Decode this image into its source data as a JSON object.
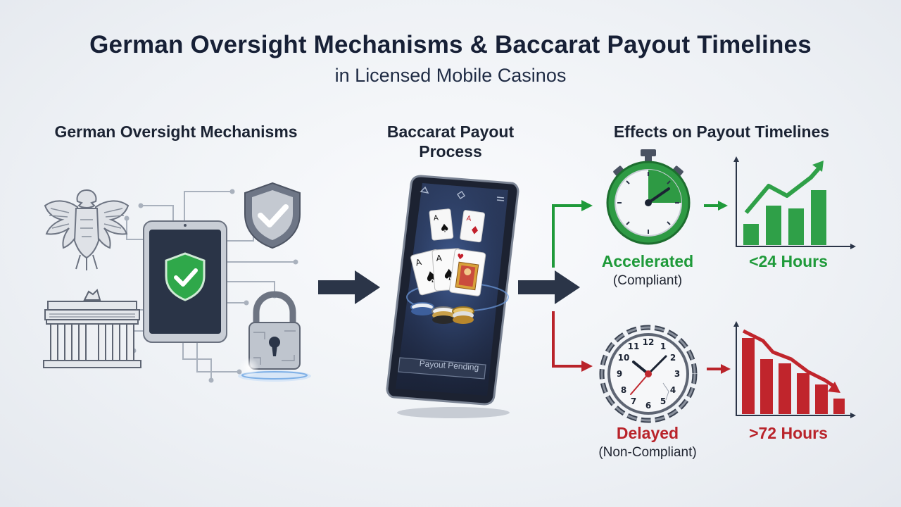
{
  "header": {
    "title": "German Oversight Mechanisms & Baccarat Payout Timelines",
    "subtitle": "in Licensed Mobile Casinos"
  },
  "columns": {
    "oversight": "German Oversight Mechanisms",
    "process_line1": "Baccarat Payout",
    "process_line2": "Process",
    "effects": "Effects on Payout Timelines"
  },
  "phone": {
    "status_label": "Payout Pending"
  },
  "outcomes": {
    "accelerated": {
      "label": "Accelerated",
      "sub": "(Compliant)",
      "time": "<24 Hours",
      "trend": "up"
    },
    "delayed": {
      "label": "Delayed",
      "sub": "(Non-Compliant)",
      "time": ">72 Hours",
      "trend": "down"
    }
  },
  "colors": {
    "green": "#1f9a3a",
    "red": "#b9232a",
    "navy": "#2b3548"
  },
  "icons": [
    "eagle-icon",
    "brandenburg-gate-icon",
    "tablet-shield-icon",
    "shield-check-icon",
    "padlock-icon",
    "smartphone-icon",
    "stopwatch-icon",
    "chained-clock-icon",
    "bar-chart-up-icon",
    "bar-chart-down-icon"
  ]
}
